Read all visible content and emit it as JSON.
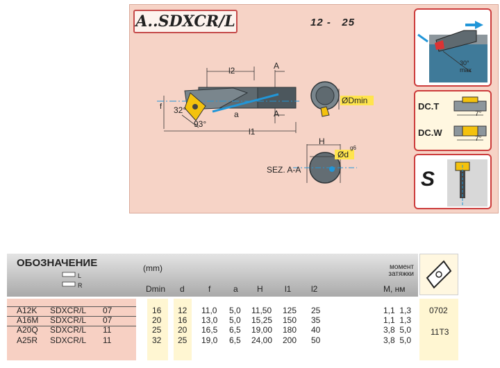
{
  "drawing": {
    "title": "A..SDXCR/L",
    "range": "12 -   25",
    "dim_l2": "l2",
    "dim_a_top": "A",
    "dim_a_bottom": "A",
    "angle_32": "32°",
    "angle_93": "93°",
    "dim_f": "f",
    "dim_a_small": "a",
    "dim_l1": "l1",
    "dim_dmin": "ØDmin",
    "section_label": "SEZ. A-A",
    "dim_h": "H",
    "dim_d": "Ød",
    "tolerance": "g6"
  },
  "cards": {
    "clamp_angle": "30°",
    "clamp_max": "max",
    "dc_t": "DC.T",
    "dc_w": "DC.W",
    "dc_angle_1": "7°",
    "dc_angle_2": "7°",
    "s_label": "S"
  },
  "table": {
    "title": "ОБОЗНАЧЕНИЕ",
    "unit": "(mm)",
    "moment_line1": "момент",
    "moment_line2": "затяжки",
    "hand_l": "L",
    "hand_r": "R",
    "columns": [
      "Dmin",
      "d",
      "f",
      "a",
      "H",
      "l1",
      "l2",
      "M, нм"
    ],
    "rows": [
      {
        "code": "A12K",
        "name": "SDXCR/L",
        "size": "07",
        "Dmin": "16",
        "d": "12",
        "f": "11,0",
        "a": "5,0",
        "H": "11,50",
        "l1": "125",
        "l2": "25",
        "M": "1,1  1,3"
      },
      {
        "code": "A16M",
        "name": "SDXCR/L",
        "size": "07",
        "Dmin": "20",
        "d": "16",
        "f": "13,0",
        "a": "5,0",
        "H": "15,25",
        "l1": "150",
        "l2": "35",
        "M": "1,1  1,3"
      },
      {
        "code": "A20Q",
        "name": "SDXCR/L",
        "size": "11",
        "Dmin": "25",
        "d": "20",
        "f": "16,5",
        "a": "6,5",
        "H": "19,00",
        "l1": "180",
        "l2": "40",
        "M": "3,8  5,0"
      },
      {
        "code": "A25R",
        "name": "SDXCR/L",
        "size": "11",
        "Dmin": "32",
        "d": "25",
        "f": "19,0",
        "a": "6,5",
        "H": "24,00",
        "l1": "200",
        "l2": "50",
        "M": "3,8  5,0"
      }
    ],
    "insert_codes": [
      "0702",
      "11T3"
    ]
  }
}
